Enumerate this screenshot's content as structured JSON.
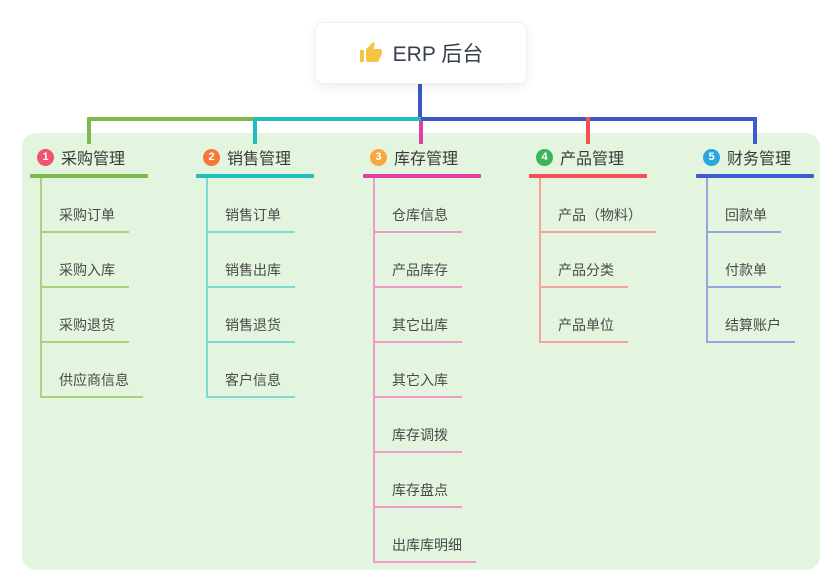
{
  "root": {
    "title": "ERP 后台",
    "icon": "thumbs-up",
    "icon_color": "#F6C445",
    "connector_color": "#3D57C8"
  },
  "canvas": {
    "background": "#ffffff",
    "panel_color": "#E3F4DF"
  },
  "branches": [
    {
      "badge": "1",
      "badge_color": "#F2536D",
      "title": "采购管理",
      "line_color": "#7CBA4E",
      "light_color": "#A9D37E",
      "children": [
        "采购订单",
        "采购入库",
        "采购退货",
        "供应商信息"
      ]
    },
    {
      "badge": "2",
      "badge_color": "#F57A38",
      "title": "销售管理",
      "line_color": "#1FBEBB",
      "light_color": "#7EDAD2",
      "children": [
        "销售订单",
        "销售出库",
        "销售退货",
        "客户信息"
      ]
    },
    {
      "badge": "3",
      "badge_color": "#F9A93C",
      "title": "库存管理",
      "line_color": "#E23FA2",
      "light_color": "#F09ACA",
      "children": [
        "仓库信息",
        "产品库存",
        "其它出库",
        "其它入库",
        "库存调拨",
        "库存盘点",
        "出库库明细"
      ]
    },
    {
      "badge": "4",
      "badge_color": "#3BB557",
      "title": "产品管理",
      "line_color": "#F15353",
      "light_color": "#F7A29B",
      "children": [
        "产品（物料）",
        "产品分类",
        "产品单位"
      ]
    },
    {
      "badge": "5",
      "badge_color": "#2BA7DF",
      "title": "财务管理",
      "line_color": "#3B5BD0",
      "light_color": "#92A7E0",
      "children": [
        "回款单",
        "付款单",
        "结算账户"
      ]
    }
  ]
}
